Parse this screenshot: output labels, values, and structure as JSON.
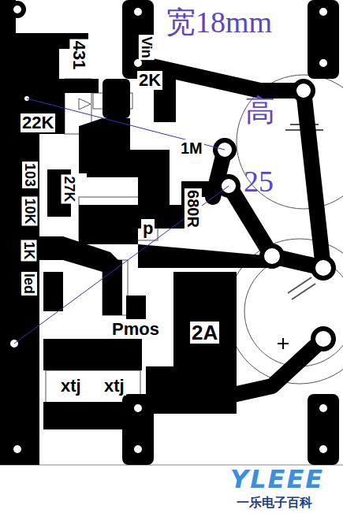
{
  "diagram": {
    "labels": [
      "宽18mm",
      "431",
      "Vin",
      "2K",
      "高",
      "22K",
      "1M",
      "103",
      "10K",
      "25",
      "27K",
      "680R",
      "p",
      "1K",
      "led",
      "Pmos",
      "2A",
      "xtj",
      "xtj",
      "YLEEE",
      "一乐电子百科"
    ]
  }
}
